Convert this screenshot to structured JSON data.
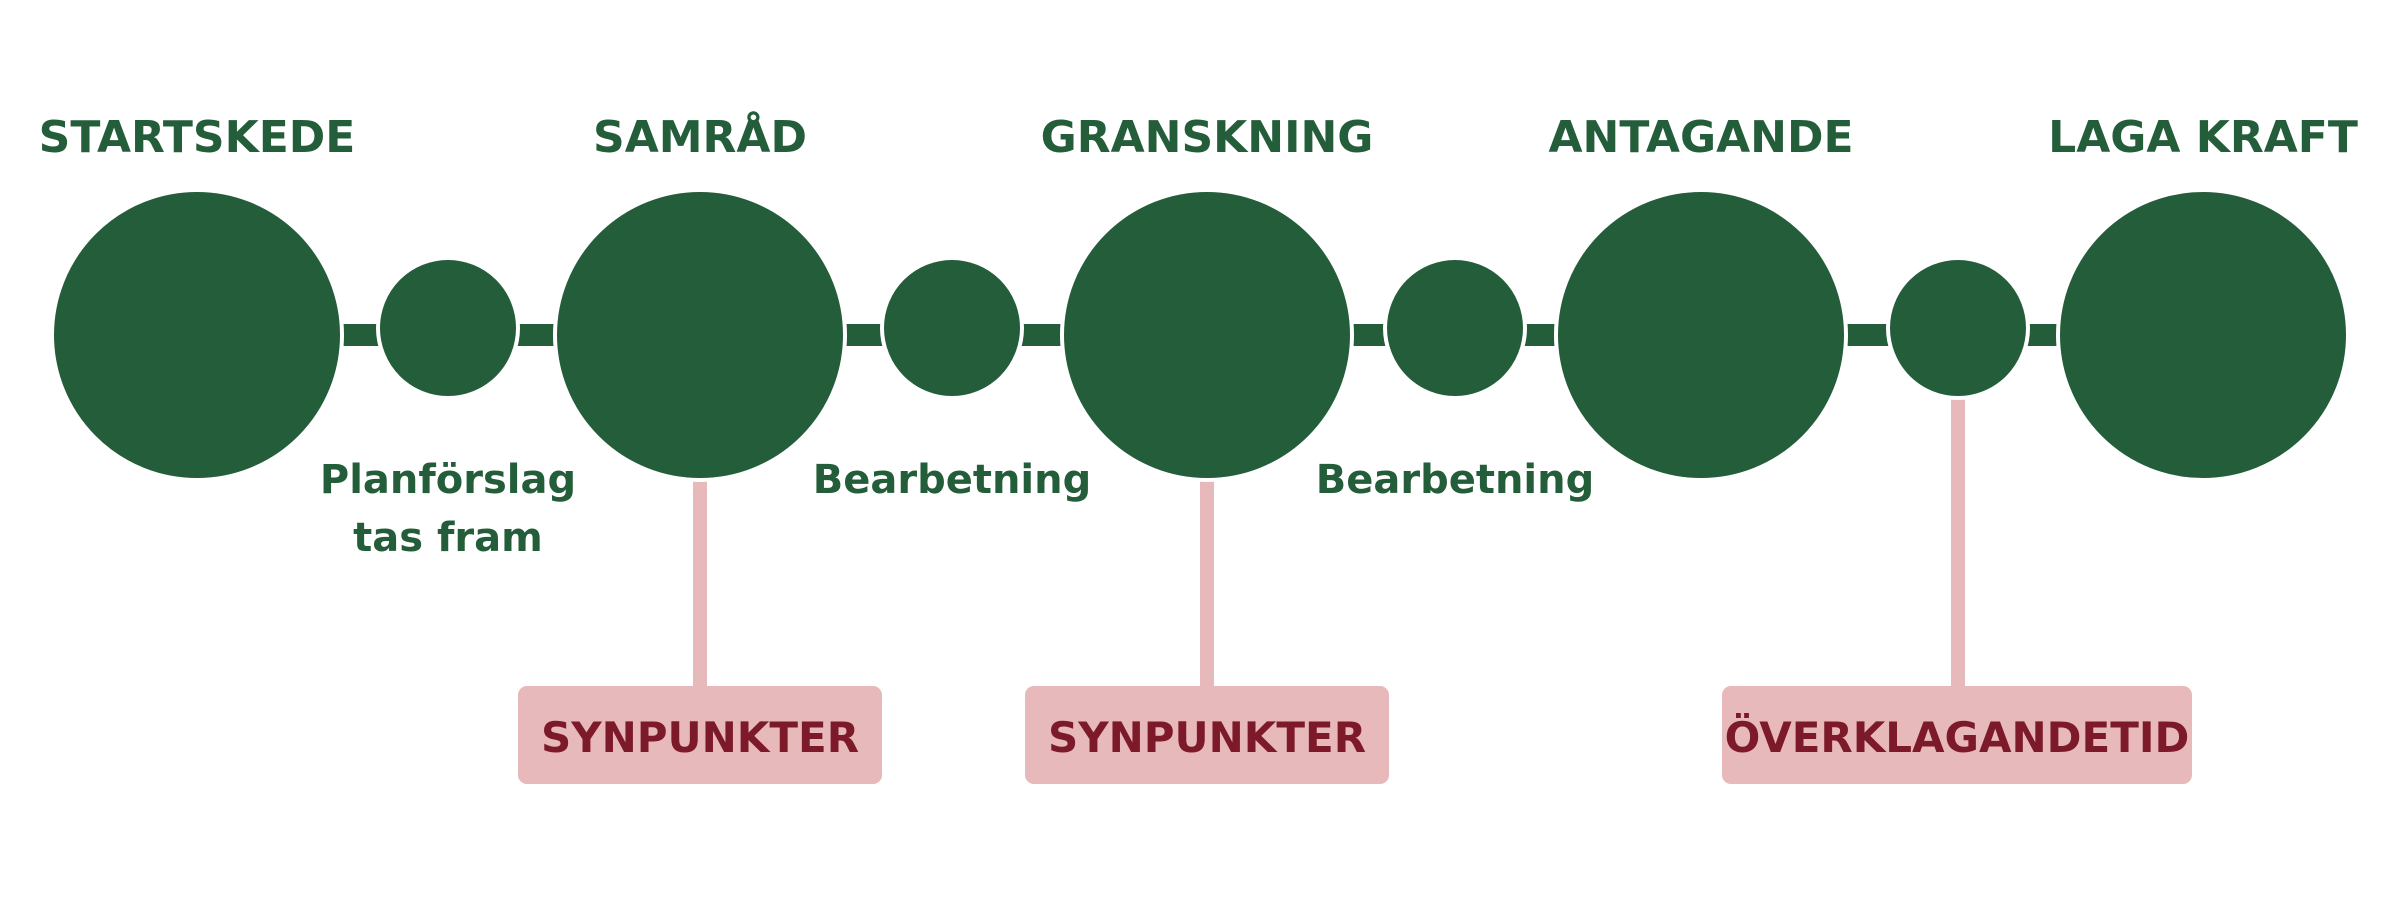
{
  "colors": {
    "node": "#245d3a",
    "connector": "#e8b9bb",
    "box_fill": "#e8b9bb",
    "box_text": "#7d1a2a"
  },
  "stages": [
    {
      "title": "STARTSKEDE"
    },
    {
      "title": "SAMRÅD"
    },
    {
      "title": "GRANSKNING"
    },
    {
      "title": "ANTAGANDE"
    },
    {
      "title": "LAGA KRAFT"
    }
  ],
  "steps": [
    {
      "lines": [
        "Planförslag",
        "tas fram"
      ]
    },
    {
      "lines": [
        "Bearbetning"
      ]
    },
    {
      "lines": [
        "Bearbetning"
      ]
    },
    {
      "lines": []
    }
  ],
  "boxes": [
    {
      "label": "SYNPUNKTER"
    },
    {
      "label": "SYNPUNKTER"
    },
    {
      "label": "ÖVERKLAGANDETID"
    }
  ]
}
